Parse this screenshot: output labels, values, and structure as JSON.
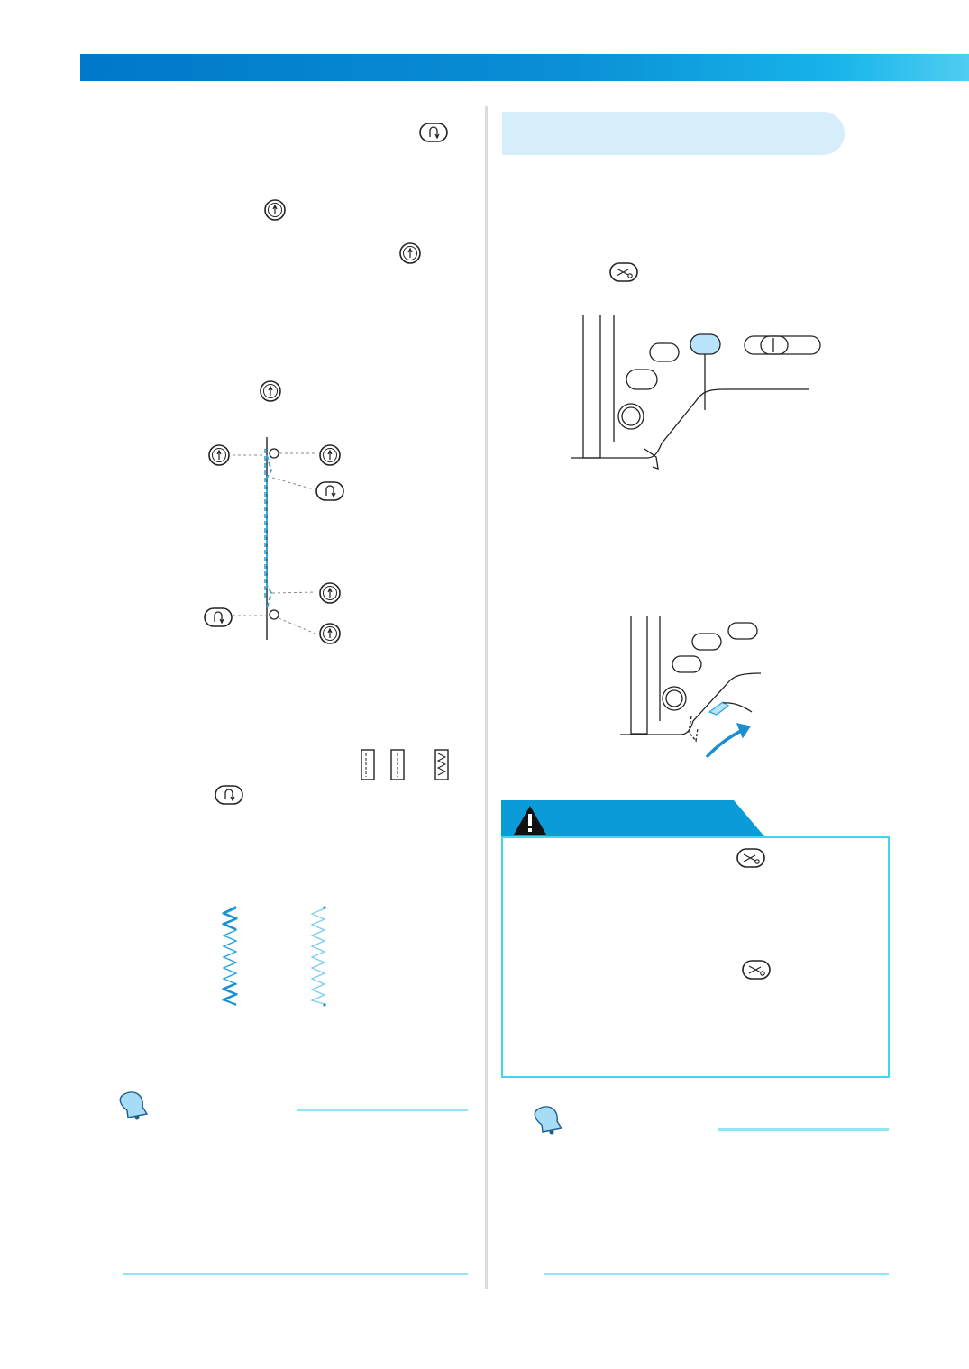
{
  "page": {
    "background": "#ffffff",
    "accent": "#0a8fd6",
    "highlight_blue": "#b9e3f8",
    "caution_border": "#3fd6ef",
    "note_rule": "#8ee6f4",
    "dashed_stitch": "#2aa7de"
  },
  "left_column": {
    "icons": [
      {
        "name": "reverse-stitch-button-icon"
      },
      {
        "name": "reinforcement-stitch-button-icon"
      },
      {
        "name": "reinforcement-stitch-button-icon"
      },
      {
        "name": "reinforcement-stitch-button-icon"
      }
    ],
    "stitch_diagram": {
      "callouts": [
        "reinforcement",
        "reinforcement",
        "reverse",
        "reinforcement",
        "reverse",
        "reinforcement"
      ]
    },
    "pattern_keys": [
      "straight-stitch-left",
      "straight-stitch-middle",
      "zigzag-stitch"
    ],
    "zigzag_samples": 2
  },
  "right_column": {
    "heading_bar": {
      "icon": "heading-pill"
    },
    "thread_cutter_icon": "scissors-button-icon",
    "illustrations": [
      "machine-front-panel",
      "presser-foot-lever"
    ],
    "caution": {
      "icon": "warning-triangle-icon",
      "icons": [
        "scissors-button-icon",
        "scissors-button-icon"
      ]
    }
  },
  "notes": [
    {
      "icon": "bell-icon"
    },
    {
      "icon": "bell-icon"
    }
  ]
}
